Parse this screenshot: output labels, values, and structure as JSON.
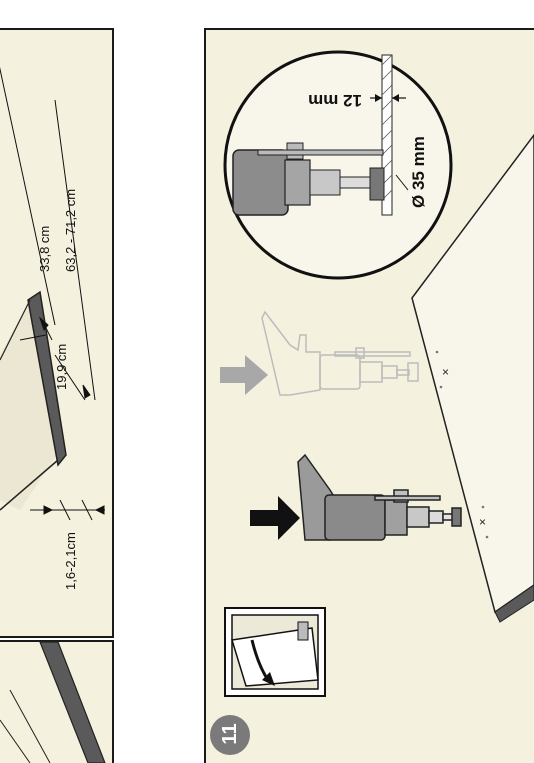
{
  "labels": {
    "dim_338": "33,8 cm",
    "dim_632": "63,2 - 71,2 cm",
    "dim_199": "19,9 cm",
    "dim_16": "1,6-2,1cm",
    "dim_12mm": "12 mm",
    "dim_35mm": "Ø 35 mm",
    "step_number": "11"
  },
  "colors": {
    "panel_fill": "#f4f1df",
    "panel_border": "#1a1a1a",
    "arrow_dark": "#111111",
    "arrow_grey": "#a8a8a8",
    "tool_grey": "#9a9a9a",
    "door_edge": "#5a5a5a"
  }
}
